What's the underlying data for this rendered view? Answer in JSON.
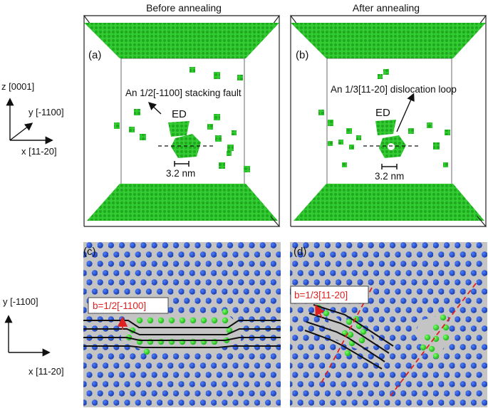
{
  "panels": {
    "a": {
      "tag": "(a)",
      "heading": "Before annealing",
      "annotation": "An 1/2[-1100] stacking fault",
      "ed_label": "ED",
      "scale_label": "3.2 nm"
    },
    "b": {
      "tag": "(b)",
      "heading": "After annealing",
      "annotation": "An 1/3[11-20] dislocation loop",
      "ed_label": "ED",
      "scale_label": "3.2 nm"
    },
    "c": {
      "tag": "(c)",
      "burgers": "b=1/2[-1100]"
    },
    "d": {
      "tag": "(d)",
      "burgers": "b=1/3[11-20]"
    }
  },
  "axes_top": {
    "z": "z [0001]",
    "y": "y [-1100]",
    "x": "x [11-20]"
  },
  "axes_bottom": {
    "y": "y [-1100]",
    "x": "x [11-20]"
  },
  "colors": {
    "defect_atom": "#22cc22",
    "lattice_atom": "#1f4fc8",
    "background_atom_plane": "#c4c4c4",
    "burgers_vector": "#e02020",
    "dislocation_line": "#111111"
  }
}
